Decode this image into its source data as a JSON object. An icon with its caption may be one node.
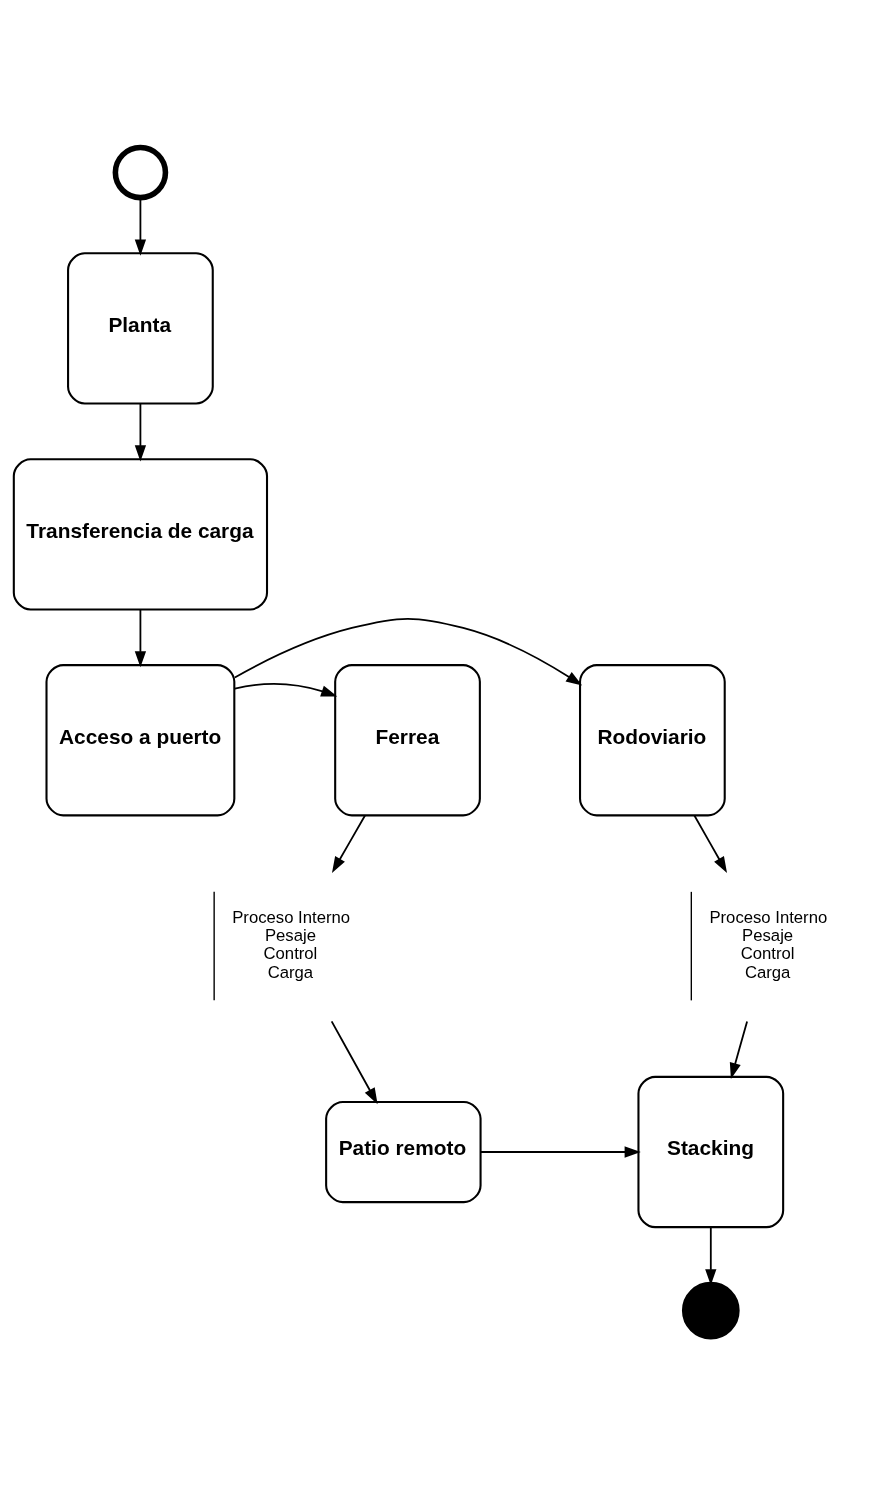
{
  "diagram": {
    "nodes": [
      {
        "text": [],
        "shape": "circle"
      },
      {
        "text": [
          "Planta"
        ]
      },
      {
        "text": [
          "Transferencia de carga"
        ]
      },
      {
        "text": [
          "Acceso a puerto"
        ]
      },
      {
        "text": [
          "Ferrea"
        ]
      },
      {
        "text": [
          "Rodoviario"
        ]
      },
      {
        "text": [
          "Proceso Interno",
          "Pesaje",
          "Control",
          "Carga"
        ]
      },
      {
        "text": [
          "Proceso Interno",
          "Pesaje",
          "Control",
          "Carga"
        ]
      },
      {
        "text": [
          "Patio remoto"
        ]
      },
      {
        "text": [
          "Stacking"
        ]
      },
      {
        "text": [],
        "shape": "circle"
      }
    ],
    "edges": [
      {
        "from": 0,
        "to": 1,
        "arrow": "to"
      },
      {
        "from": 1,
        "to": 2,
        "arrow": "to"
      },
      {
        "from": 2,
        "to": 3,
        "arrow": "to"
      },
      {
        "from": 3,
        "to": 4,
        "arrow": "to"
      },
      {
        "from": 3,
        "to": 5,
        "arrow": "to"
      },
      {
        "from": 4,
        "to": 6,
        "arrow": "to"
      },
      {
        "from": 5,
        "to": 7,
        "arrow": "to"
      },
      {
        "from": 6,
        "to": 8,
        "arrow": "to"
      },
      {
        "from": 8,
        "to": 9,
        "arrow": "to"
      },
      {
        "from": 7,
        "to": 9,
        "arrow": "to"
      },
      {
        "from": 9,
        "to": 10,
        "arrow": "to"
      }
    ]
  }
}
